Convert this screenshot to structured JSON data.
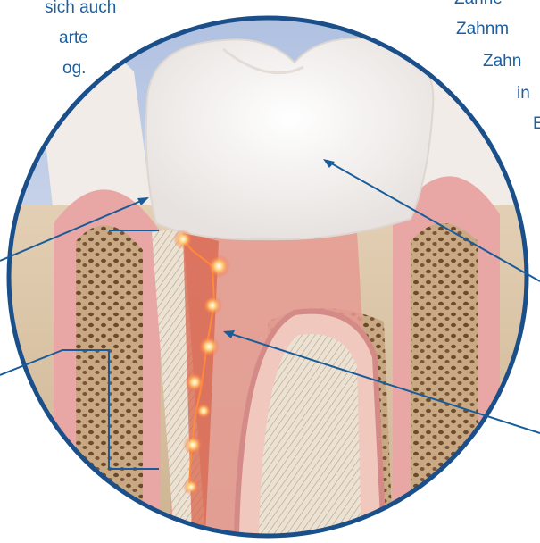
{
  "left_text": {
    "lines": [
      "sich auch",
      "arte",
      "og."
    ]
  },
  "right_text": {
    "lines": [
      "Zähne",
      "Zahnm",
      "Zahn",
      "in",
      "E"
    ]
  },
  "colors": {
    "circle_border": "#1a4f8a",
    "leader_line": "#1a5c9a",
    "text": "#1d5fa0",
    "enamel": "#f4f1ef",
    "gum": "#e8a8a6",
    "bone": "#d6bfa0",
    "dentin": "#e9dccb",
    "sky": "#c9d6ec",
    "inflammation": "#ff6a3a"
  },
  "icons": [
    "tooth-cross-section-illustration",
    "inflammation-sparks"
  ]
}
